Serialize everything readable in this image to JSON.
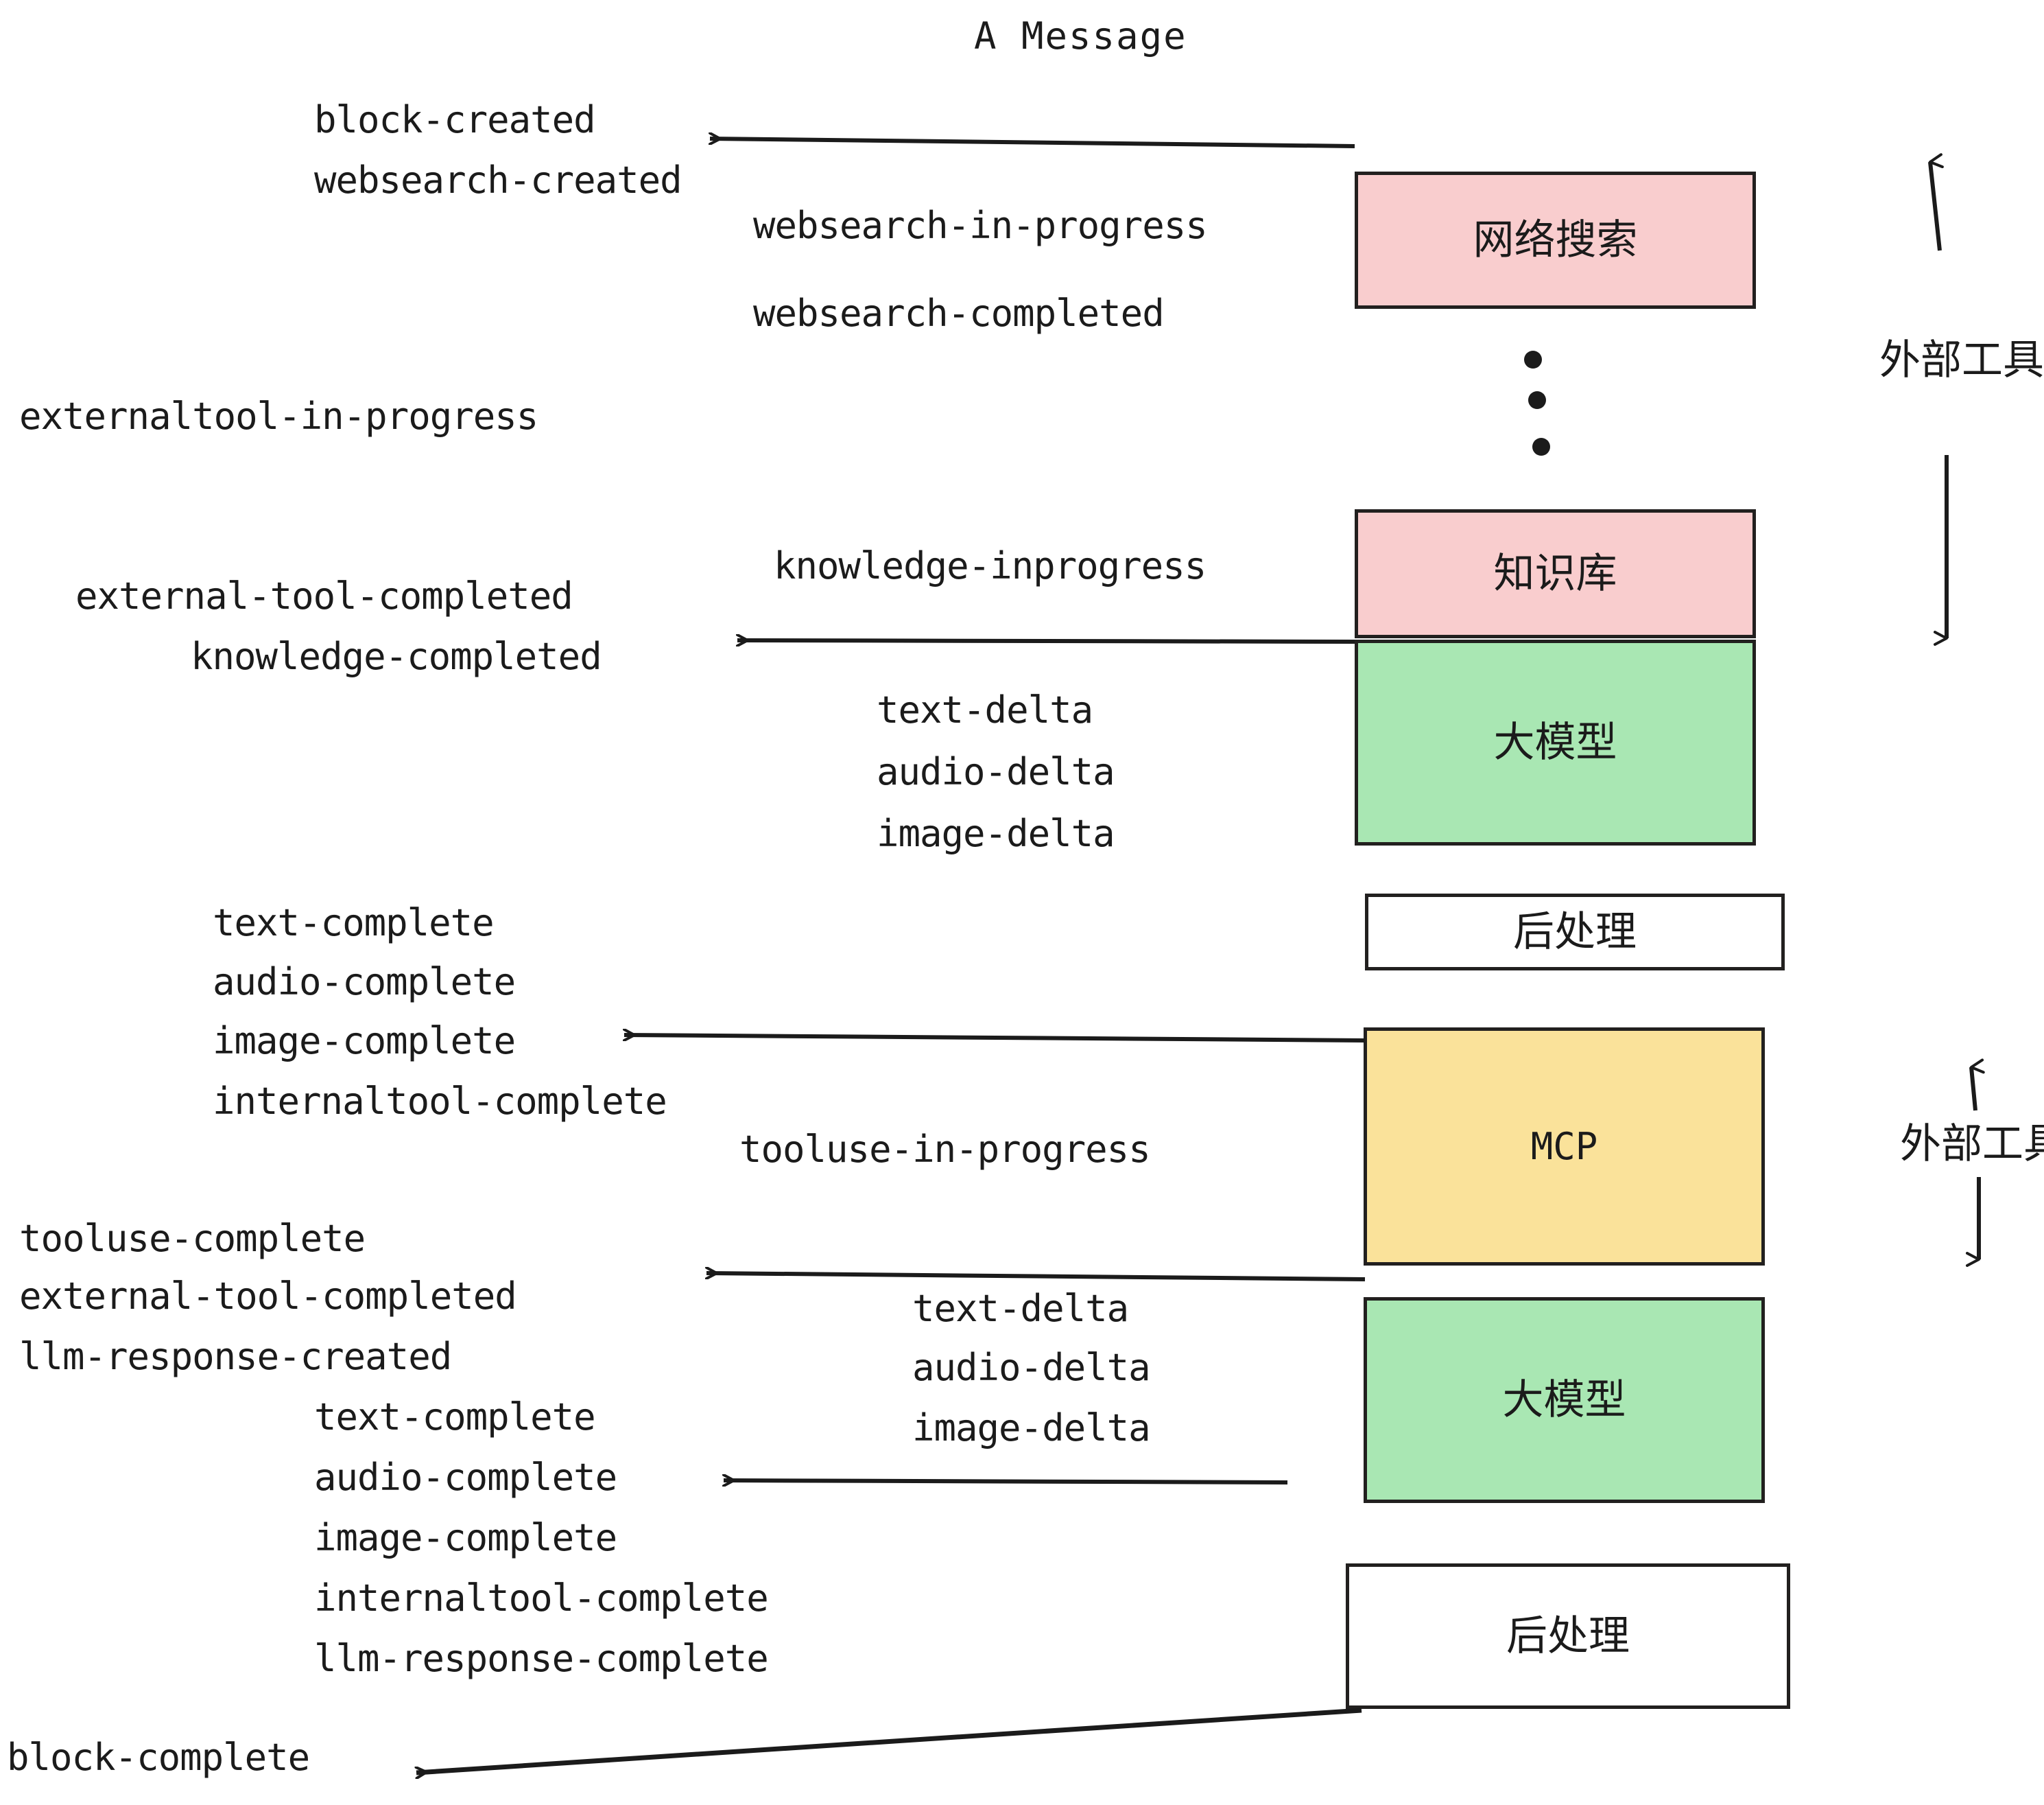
{
  "title": "A Message",
  "colors": {
    "external_tool_fill": "#f9cdce",
    "llm_fill": "#a9e7b3",
    "mcp_fill": "#fae29a",
    "postprocess_fill": "#ffffff",
    "stroke": "#22201f",
    "text": "#1b1b1b",
    "background": "#ffffff"
  },
  "nodes": [
    {
      "id": "websearch",
      "label": "网络搜索",
      "fill": "#f9cdce"
    },
    {
      "id": "knowledge",
      "label": "知识库",
      "fill": "#f9cdce"
    },
    {
      "id": "llm-top",
      "label": "大模型",
      "fill": "#a9e7b3"
    },
    {
      "id": "post-top",
      "label": "后处理",
      "fill": "#ffffff"
    },
    {
      "id": "mcp",
      "label": "MCP",
      "fill": "#fae29a"
    },
    {
      "id": "llm-bottom",
      "label": "大模型",
      "fill": "#a9e7b3"
    },
    {
      "id": "post-bottom",
      "label": "后处理",
      "fill": "#ffffff"
    }
  ],
  "side_labels": {
    "external_tool_top": "外部工具",
    "external_tool_bottom": "外部工具"
  },
  "events": [
    {
      "id": "e01",
      "text": "block-created"
    },
    {
      "id": "e02",
      "text": "websearch-created"
    },
    {
      "id": "e03",
      "text": "websearch-in-progress"
    },
    {
      "id": "e04",
      "text": "websearch-completed"
    },
    {
      "id": "e05",
      "text": "externaltool-in-progress"
    },
    {
      "id": "e06",
      "text": "knowledge-inprogress"
    },
    {
      "id": "e07",
      "text": "external-tool-completed"
    },
    {
      "id": "e08",
      "text": "knowledge-completed"
    },
    {
      "id": "e09",
      "text": "text-delta"
    },
    {
      "id": "e10",
      "text": "audio-delta"
    },
    {
      "id": "e11",
      "text": "image-delta"
    },
    {
      "id": "e12",
      "text": "text-complete"
    },
    {
      "id": "e13",
      "text": "audio-complete"
    },
    {
      "id": "e14",
      "text": "image-complete"
    },
    {
      "id": "e15",
      "text": "internaltool-complete"
    },
    {
      "id": "e16",
      "text": "tooluse-in-progress"
    },
    {
      "id": "e17",
      "text": "tooluse-complete"
    },
    {
      "id": "e18",
      "text": "external-tool-completed"
    },
    {
      "id": "e19",
      "text": "llm-response-created"
    },
    {
      "id": "e20",
      "text": "text-delta"
    },
    {
      "id": "e21",
      "text": "audio-delta"
    },
    {
      "id": "e22",
      "text": "image-delta"
    },
    {
      "id": "e23",
      "text": "text-complete"
    },
    {
      "id": "e24",
      "text": "audio-complete"
    },
    {
      "id": "e25",
      "text": "image-complete"
    },
    {
      "id": "e26",
      "text": "internaltool-complete"
    },
    {
      "id": "e27",
      "text": "llm-response-complete"
    },
    {
      "id": "e28",
      "text": "block-complete"
    }
  ],
  "ellipsis_dots": 3
}
